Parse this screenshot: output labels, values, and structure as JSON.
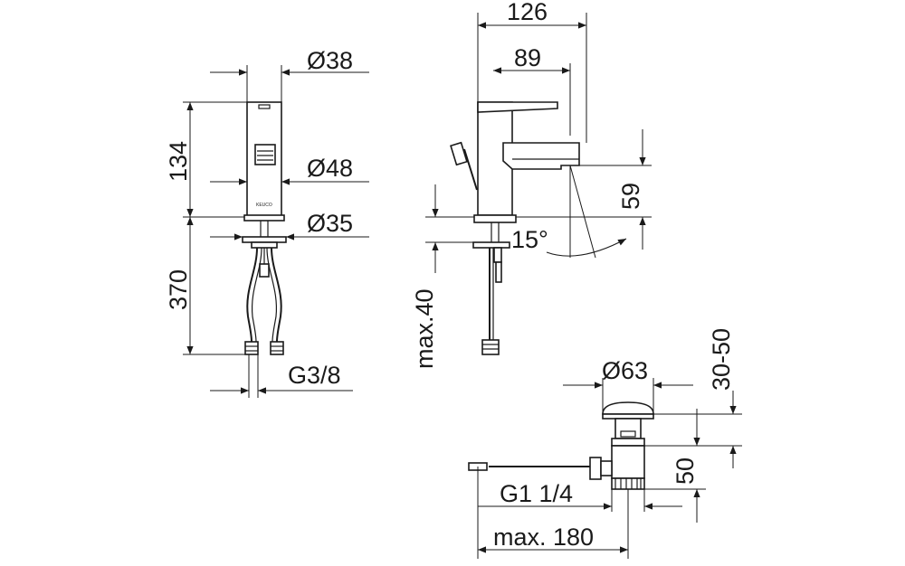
{
  "labels": {
    "d38": "Ø38",
    "d48": "Ø48",
    "d35": "Ø35",
    "h134": "134",
    "h370": "370",
    "g38": "G3/8",
    "w126": "126",
    "w89": "89",
    "h59": "59",
    "angle15": "15°",
    "max40": "max.40",
    "d63": "Ø63",
    "h3050": "30-50",
    "h50": "50",
    "g114": "G1 1/4",
    "max180": "max. 180"
  },
  "brand_mark": "KEUCO"
}
